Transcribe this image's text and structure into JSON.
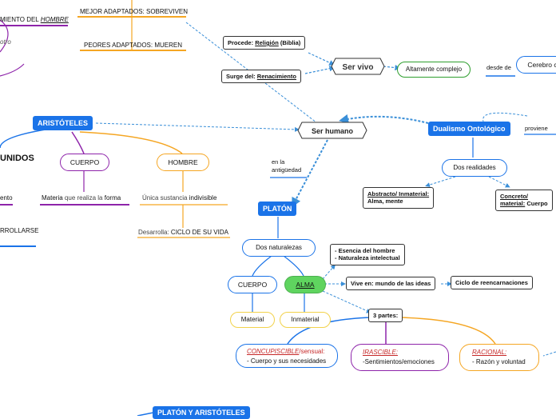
{
  "top": {
    "mejor_label": "MEJOR ADAPTADOS:",
    "mejor_value": "SOBREVIVEN",
    "peores_label": "PEORES ADAPTADOS:",
    "peores_value": "MUEREN",
    "miento_prefix": "MIENTO DEL",
    "miento_hombre": "HOMBRE",
    "otro": "otro"
  },
  "ser_vivo": {
    "label": "Ser vivo",
    "procede_label": "Procede:",
    "procede_value": "Religión",
    "procede_suffix": "(Biblia)",
    "surge_label": "Surge del:",
    "surge_value": "Renacimiento",
    "complejo": "Altamente complejo",
    "desde_de": "desde de",
    "cerebro": "Cerebro c"
  },
  "ser_humano": {
    "label": "Ser humano",
    "en_la": "en la",
    "antiguedad": "antigüedad"
  },
  "dualismo": {
    "label": "Dualismo Ontológico",
    "proviene": "proviene",
    "dos_realidades": "Dos realidades",
    "abstracto_label": "Abstracto/ Inmaterial:",
    "abstracto_value": "Alma, mente",
    "concreto_label": "Concreto/",
    "concreto_label2": "material:",
    "concreto_value": "Cuerpo"
  },
  "aristoteles": {
    "label": "ARISTÓTELES",
    "unidos": "UNIDOS",
    "cuerpo": "CUERPO",
    "hombre": "HOMBRE",
    "materia_a": "Materia",
    "materia_b": "que realiza la",
    "materia_c": "forma",
    "unica_a": "Única sustancia",
    "unica_b": "indivisible",
    "desarrolla_a": "Desarrolla:",
    "desarrolla_b": "CICLO DE SU VIDA",
    "ento": "ento",
    "rrollarse": "RROLLARSE"
  },
  "platon": {
    "label": "PLATÓN",
    "dos_naturalezas": "Dos naturalezas",
    "cuerpo": "CUERPO",
    "alma": "ALMA",
    "material": "Material",
    "inmaterial": "Inmaterial",
    "esencia1": "- Esencia del hombre",
    "esencia2": "- Naturaleza intelectual",
    "vive_label": "Vive en:",
    "vive_value": "mundo de las ideas",
    "ciclo": "Ciclo de reencarnaciones",
    "tres_partes": "3 partes:",
    "concupiscible_a": "CONCUPISCIBLE",
    "concupiscible_b": "/sensual:",
    "concupiscible_c": "- Cuerpo y sus necesidades",
    "irascible_a": "IRASCIBLE:",
    "irascible_b": "-Sentimientos/emociones",
    "racional_a": "RACIONAL:",
    "racional_b": "- Razón y voluntad"
  },
  "bottom": {
    "label": "PLATÓN Y ARISTÓTELES"
  },
  "colors": {
    "blue": "#1a73e8",
    "purple": "#8e24aa",
    "orange": "#f5a623",
    "green": "#5fd45f",
    "dashed": "#3a8fd8"
  }
}
